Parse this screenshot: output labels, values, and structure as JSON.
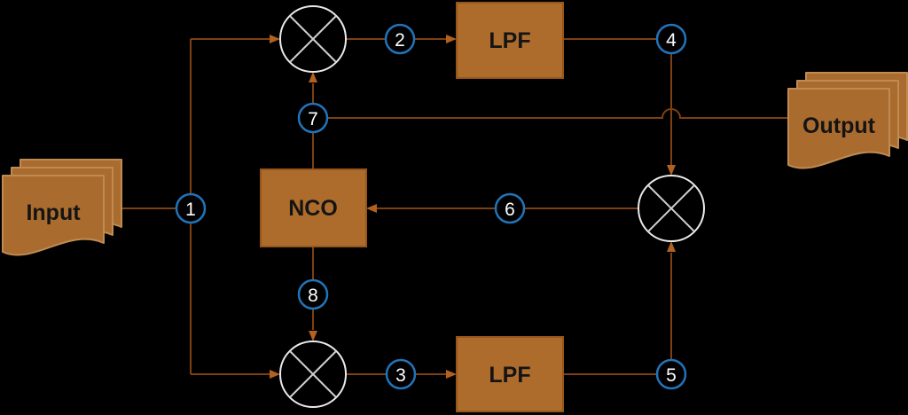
{
  "diagram": {
    "type": "costas-loop-block-diagram",
    "background": "#000000",
    "colors": {
      "shape_fill": "#ad6c2c",
      "shape_border": "#96561b",
      "document_fill": "#a96b2e",
      "document_border": "#c08b52",
      "connector_line": "#7e4012",
      "arrowhead": "#b3611f",
      "multiplier_stroke": "#eaeaea",
      "badge_ring": "#2273b8",
      "badge_text": "#ffffff",
      "label_text": "#141414"
    },
    "nodes": {
      "input": {
        "label": "Input",
        "shape": "multi-document"
      },
      "output": {
        "label": "Output",
        "shape": "multi-document"
      },
      "lpf_top": {
        "label": "LPF",
        "shape": "rectangle"
      },
      "lpf_bottom": {
        "label": "LPF",
        "shape": "rectangle"
      },
      "nco": {
        "label": "NCO",
        "shape": "rectangle"
      },
      "multiplier_top": {
        "shape": "circle-with-cross"
      },
      "multiplier_bottom": {
        "shape": "circle-with-cross"
      },
      "multiplier_right": {
        "shape": "circle-with-cross"
      }
    },
    "badges": [
      "1",
      "2",
      "3",
      "4",
      "5",
      "6",
      "7",
      "8"
    ],
    "connections": [
      "Input -> (1) -> multiplier_top",
      "Input -> (1) -> multiplier_bottom",
      "multiplier_top -> (2) -> lpf_top",
      "lpf_top -> (4) -> multiplier_right",
      "multiplier_bottom -> (3) -> lpf_bottom",
      "lpf_bottom -> (5) -> multiplier_right",
      "multiplier_right -> (6) -> nco",
      "nco -> (7) -> multiplier_top",
      "nco -> (7) -> Output",
      "nco -> (8) -> multiplier_bottom"
    ]
  }
}
